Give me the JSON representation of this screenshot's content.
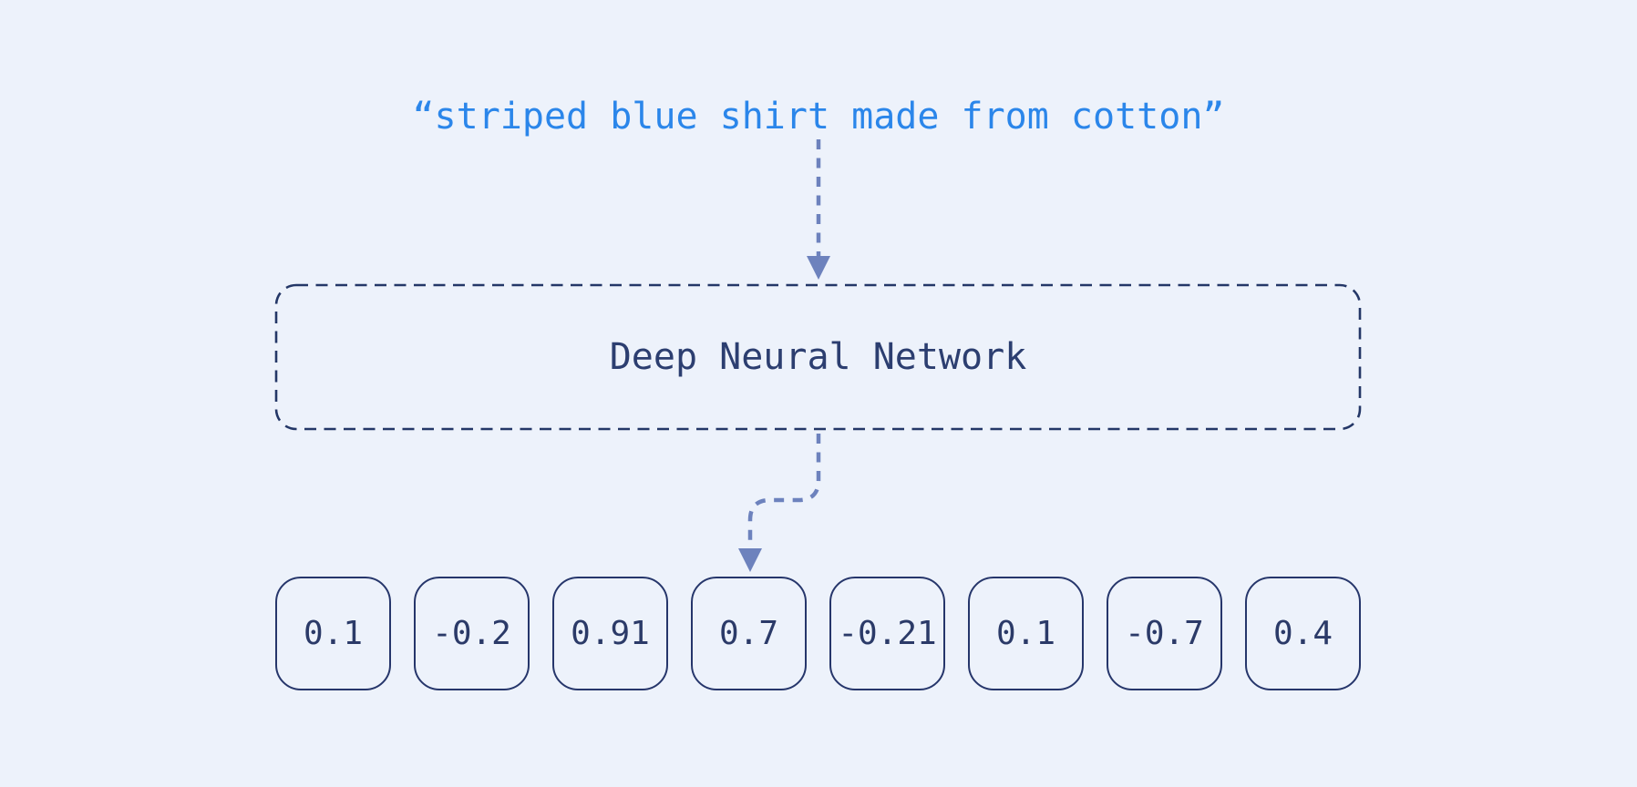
{
  "diagram": {
    "input_quote": "“striped blue shirt made from cotton”",
    "model_box": {
      "label": "Deep Neural Network"
    },
    "embedding_values": [
      "0.1",
      "-0.2",
      "0.91",
      "0.7",
      "-0.21",
      "0.1",
      "-0.7",
      "0.4"
    ],
    "colors": {
      "background": "#edf2fb",
      "input_quote_text": "#2b86ea",
      "navy_border": "#243767",
      "navy_text": "#2b3a68",
      "arrow": "#6d82bd"
    }
  }
}
